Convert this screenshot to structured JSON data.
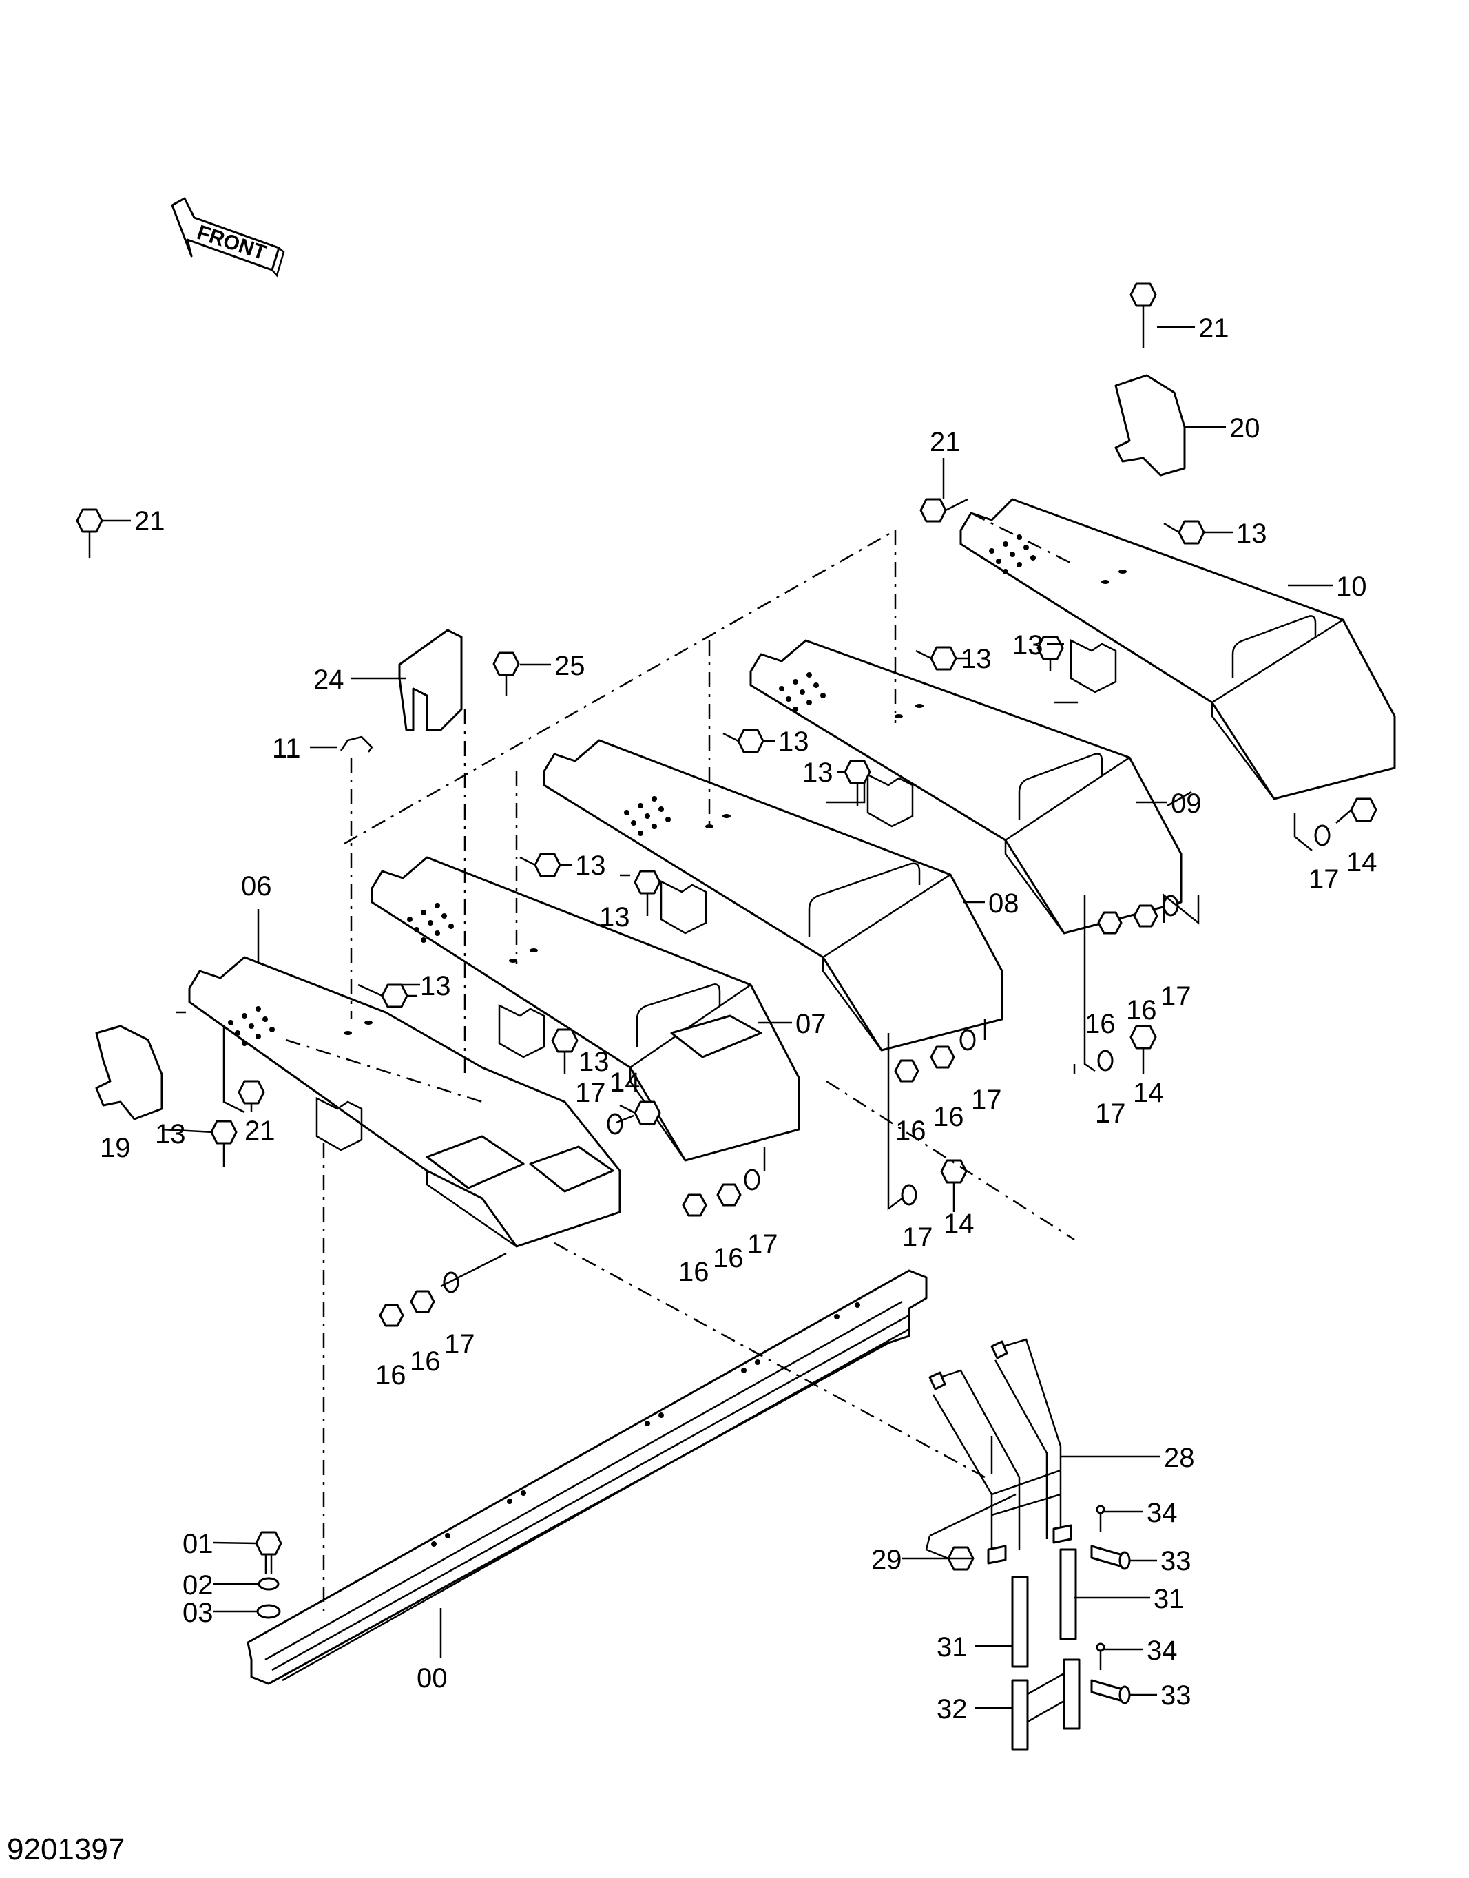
{
  "drawing_number": "9201397",
  "front_label": "FRONT",
  "callouts": [
    {
      "id": "c21a",
      "label": "21"
    },
    {
      "id": "c20",
      "label": "20"
    },
    {
      "id": "c21b",
      "label": "21"
    },
    {
      "id": "c13a",
      "label": "13"
    },
    {
      "id": "c10",
      "label": "10"
    },
    {
      "id": "c13b",
      "label": "13"
    },
    {
      "id": "c13c",
      "label": "13"
    },
    {
      "id": "c25",
      "label": "25"
    },
    {
      "id": "c24",
      "label": "24"
    },
    {
      "id": "c13d",
      "label": "13"
    },
    {
      "id": "c13e",
      "label": "13"
    },
    {
      "id": "c11",
      "label": "11"
    },
    {
      "id": "c09",
      "label": "09"
    },
    {
      "id": "c14a",
      "label": "14"
    },
    {
      "id": "c17a",
      "label": "17"
    },
    {
      "id": "c13f",
      "label": "13"
    },
    {
      "id": "c13g",
      "label": "13"
    },
    {
      "id": "c08",
      "label": "08"
    },
    {
      "id": "c06",
      "label": "06"
    },
    {
      "id": "c21c",
      "label": "21"
    },
    {
      "id": "c13h",
      "label": "13"
    },
    {
      "id": "c16a",
      "label": "16"
    },
    {
      "id": "c16b",
      "label": "16"
    },
    {
      "id": "c17b",
      "label": "17"
    },
    {
      "id": "c07",
      "label": "07"
    },
    {
      "id": "c13i",
      "label": "13"
    },
    {
      "id": "c14b",
      "label": "14"
    },
    {
      "id": "c17c",
      "label": "17"
    },
    {
      "id": "c17d",
      "label": "17"
    },
    {
      "id": "c14c",
      "label": "14"
    },
    {
      "id": "c19",
      "label": "19"
    },
    {
      "id": "c21d",
      "label": "21"
    },
    {
      "id": "c13j",
      "label": "13"
    },
    {
      "id": "c16c",
      "label": "16"
    },
    {
      "id": "c16d",
      "label": "16"
    },
    {
      "id": "c17e",
      "label": "17"
    },
    {
      "id": "c14d",
      "label": "14"
    },
    {
      "id": "c17f",
      "label": "17"
    },
    {
      "id": "c16e",
      "label": "16"
    },
    {
      "id": "c16f",
      "label": "16"
    },
    {
      "id": "c17g",
      "label": "17"
    },
    {
      "id": "c16g",
      "label": "16"
    },
    {
      "id": "c16h",
      "label": "16"
    },
    {
      "id": "c17h",
      "label": "17"
    },
    {
      "id": "c28",
      "label": "28"
    },
    {
      "id": "c34a",
      "label": "34"
    },
    {
      "id": "c29",
      "label": "29"
    },
    {
      "id": "c33a",
      "label": "33"
    },
    {
      "id": "c31a",
      "label": "31"
    },
    {
      "id": "c01",
      "label": "01"
    },
    {
      "id": "c02",
      "label": "02"
    },
    {
      "id": "c03",
      "label": "03"
    },
    {
      "id": "c31b",
      "label": "31"
    },
    {
      "id": "c34b",
      "label": "34"
    },
    {
      "id": "c33b",
      "label": "33"
    },
    {
      "id": "c32",
      "label": "32"
    },
    {
      "id": "c00",
      "label": "00"
    }
  ]
}
